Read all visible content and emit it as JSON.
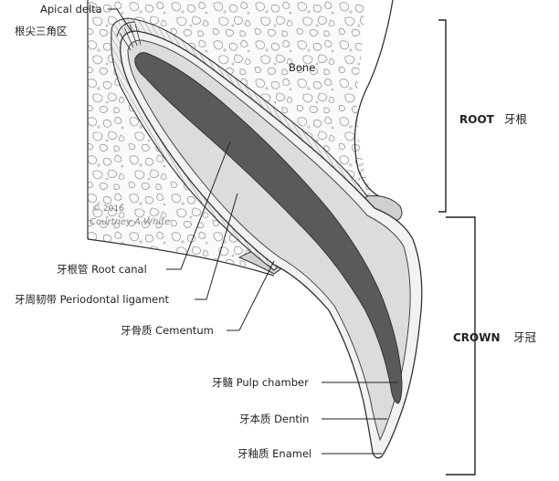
{
  "labels": {
    "apical_delta": "Apical delta",
    "apical_delta_cn": "根尖三角区",
    "bone": "Bone",
    "root_canal": "牙根管  Root canal",
    "periodontal_ligament": "牙周韧带  Periodontal ligament",
    "cementum": "牙骨质  Cementum",
    "pulp_chamber": "牙髓  Pulp chamber",
    "dentin": "牙本质  Dentin",
    "enamel": "牙釉质  Enamel",
    "root_en": "ROOT",
    "root_cn": "牙根",
    "crown_en": "CROWN",
    "crown_cn": "牙冠",
    "copyright": "© 2016",
    "signature": "Courtney A White"
  },
  "colors": {
    "pulp": "#5a5a5a",
    "dentin": "#dcdcdc",
    "enamel": "#f2f2f2",
    "bone_fill": "#f7f7f7",
    "gum": "#d0d0d0",
    "outline": "#333333"
  }
}
